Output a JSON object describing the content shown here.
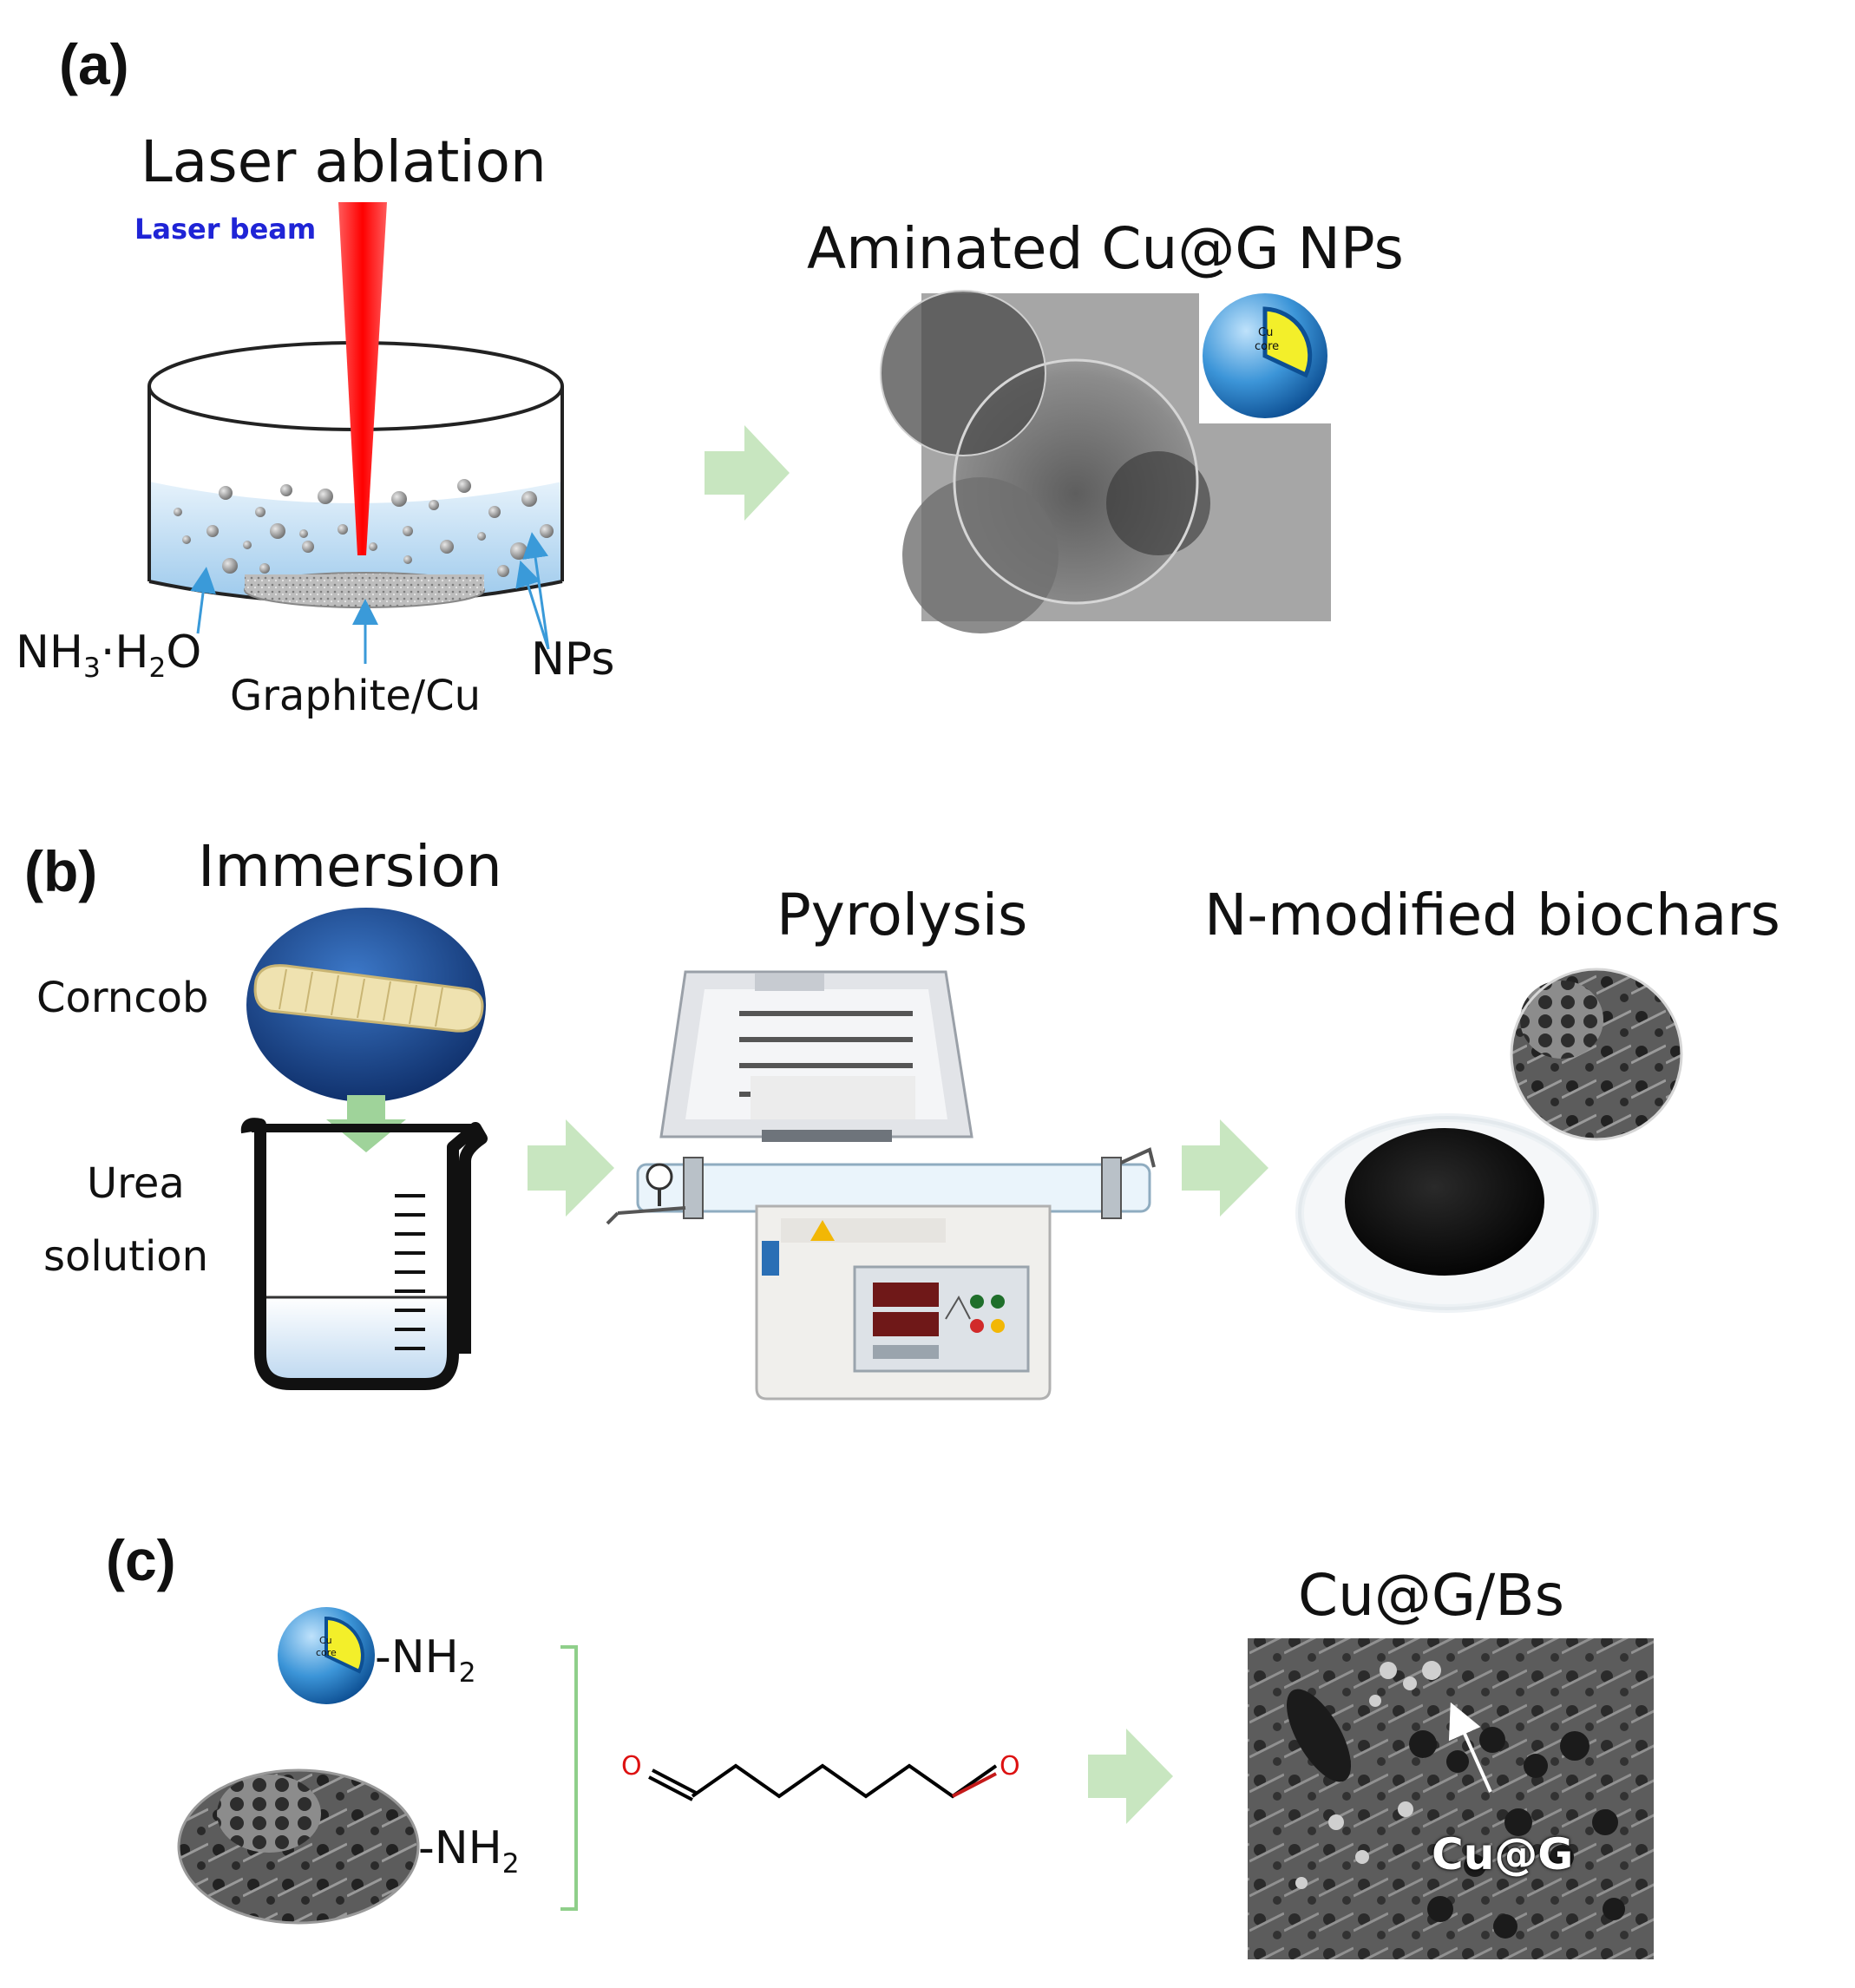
{
  "panel_a": {
    "letter": "(a)",
    "title": "Laser ablation",
    "beam_label": "Laser beam",
    "solvent_label": {
      "main": "NH",
      "s1": "3",
      "dot": "·H",
      "s2": "2",
      "end": "O"
    },
    "target_label": "Graphite/Cu",
    "np_label": "NPs",
    "product_title": "Aminated Cu@G NPs",
    "core_label_1": "Cu",
    "core_label_2": "core"
  },
  "panel_b": {
    "letter": "(b)",
    "immersion_title": "Immersion",
    "corncob_label": "Corncob",
    "urea_label_1": "Urea",
    "urea_label_2": "solution",
    "pyrolysis_title": "Pyrolysis",
    "biochar_title": "N-modified biochars"
  },
  "panel_c": {
    "letter": "(c)",
    "amine_1": {
      "main": "-NH",
      "sub": "2"
    },
    "amine_2": {
      "main": "-NH",
      "sub": "2"
    },
    "aldehyde_o": "O",
    "product_title": "Cu@G/Bs",
    "arrow_label": "Cu@G",
    "core_label_1": "Cu",
    "core_label_2": "core"
  },
  "colors": {
    "flow_arrow": "#c8e6c0",
    "laser": "#ff0000",
    "liquid": "#cfe6f6",
    "pointer": "#3a9ad9",
    "shell": "#4a9fdc",
    "core": "#f3ef2a"
  }
}
